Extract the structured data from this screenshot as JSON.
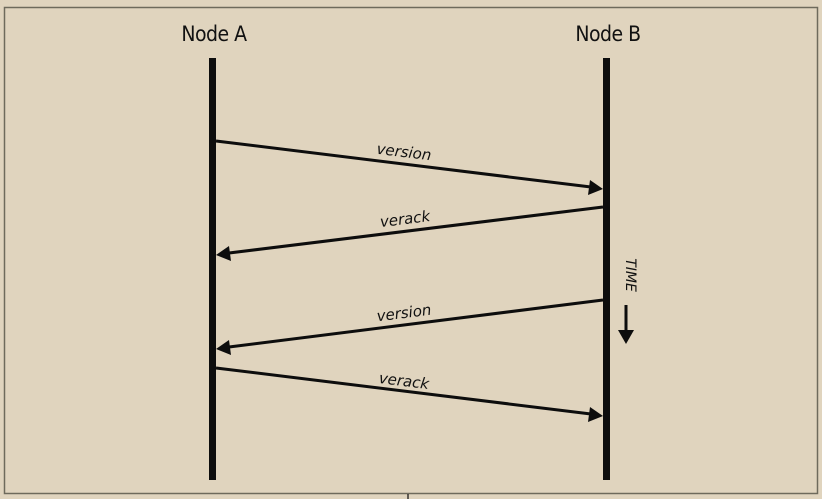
{
  "diagram": {
    "type": "sequence",
    "colors": {
      "background": "#e0d4be",
      "frame": "#6e6a5c",
      "ink": "#0d0d0d"
    },
    "nodes": [
      {
        "id": "A",
        "label": "Node A"
      },
      {
        "id": "B",
        "label": "Node B"
      }
    ],
    "messages": [
      {
        "from": "A",
        "to": "B",
        "label": "version"
      },
      {
        "from": "B",
        "to": "A",
        "label": "verack"
      },
      {
        "from": "B",
        "to": "A",
        "label": "version"
      },
      {
        "from": "A",
        "to": "B",
        "label": "verack"
      }
    ],
    "time_indicator": {
      "label": "TIME",
      "direction": "down",
      "icon": "arrow-down-icon"
    }
  }
}
